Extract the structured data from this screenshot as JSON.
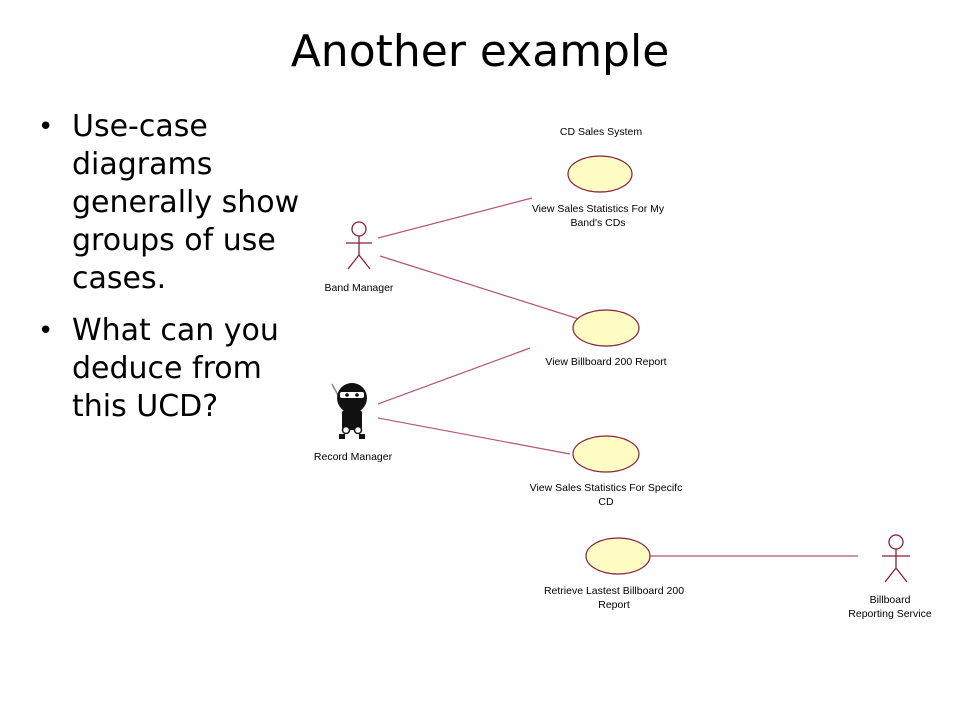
{
  "slide": {
    "title": "Another example",
    "bullets": [
      "Use-case diagrams generally show groups of use cases.",
      "What can you deduce from this UCD?"
    ]
  },
  "diagram": {
    "system_name": "CD Sales System",
    "actors": [
      {
        "id": "band-manager",
        "label": "Band Manager",
        "style": "stick"
      },
      {
        "id": "record-manager",
        "label": "Record Manager",
        "style": "ninja"
      },
      {
        "id": "billboard-reporting-service",
        "label_lines": [
          "Billboard",
          "Reporting Service"
        ],
        "style": "stick"
      }
    ],
    "use_cases": [
      {
        "id": "view-sales-stats-band",
        "label_lines": [
          "View Sales Statistics For My",
          "Band's CDs"
        ]
      },
      {
        "id": "view-billboard-200",
        "label_lines": [
          "View Billboard 200 Report"
        ]
      },
      {
        "id": "view-sales-stats-specific",
        "label_lines": [
          "View Sales Statistics For Specifc",
          "CD"
        ]
      },
      {
        "id": "retrieve-latest-billboard",
        "label_lines": [
          "Retrieve Lastest Billboard 200",
          "Report"
        ]
      }
    ],
    "associations": [
      [
        "band-manager",
        "view-sales-stats-band"
      ],
      [
        "band-manager",
        "view-billboard-200"
      ],
      [
        "record-manager",
        "view-billboard-200"
      ],
      [
        "record-manager",
        "view-sales-stats-specific"
      ],
      [
        "billboard-reporting-service",
        "retrieve-latest-billboard"
      ]
    ],
    "colors": {
      "use_case_fill": "#fffcc4",
      "use_case_stroke": "#8a1f3c",
      "association_line": "#b0566f",
      "actor_stroke": "#8a1f3c",
      "ninja_body": "#111111"
    }
  }
}
